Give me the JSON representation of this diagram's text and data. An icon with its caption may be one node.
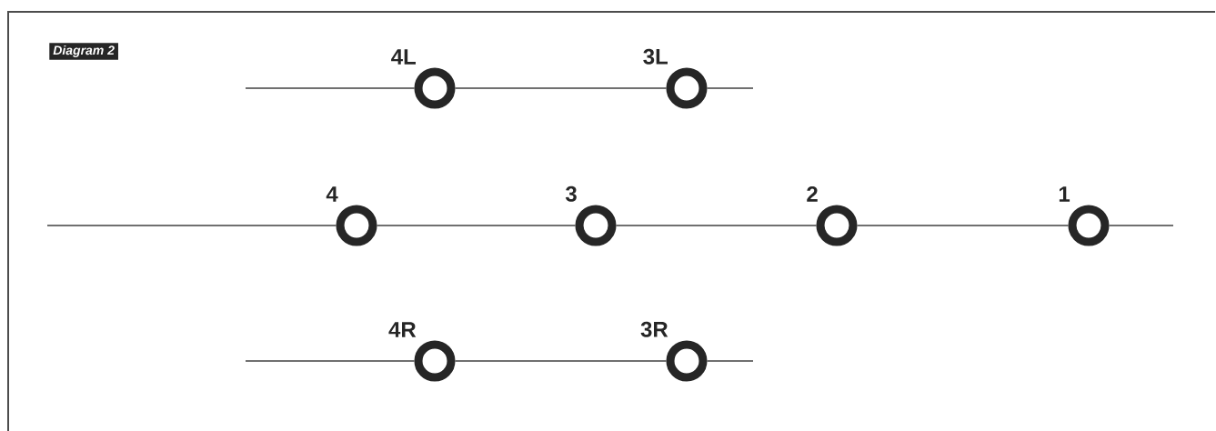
{
  "diagram": {
    "title": "Diagram 2",
    "nodes": [
      {
        "text": [],
        "shape": "circle",
        "beside": [
          "4L"
        ]
      },
      {
        "text": [],
        "shape": "circle",
        "beside": [
          "3L"
        ]
      },
      {
        "text": [],
        "shape": "circle",
        "beside": [
          "4"
        ]
      },
      {
        "text": [],
        "shape": "circle",
        "beside": [
          "3"
        ]
      },
      {
        "text": [],
        "shape": "circle",
        "beside": [
          "2"
        ]
      },
      {
        "text": [],
        "shape": "circle",
        "beside": [
          "1"
        ]
      },
      {
        "text": [],
        "shape": "circle",
        "beside": [
          "4R"
        ]
      },
      {
        "text": [],
        "shape": "circle",
        "beside": [
          "3R"
        ]
      }
    ],
    "edges": [
      {
        "from": null,
        "to": 0,
        "arrow": "none"
      },
      {
        "from": 0,
        "to": 1,
        "arrow": "none"
      },
      {
        "from": 1,
        "to": null,
        "arrow": "none"
      },
      {
        "from": null,
        "to": 2,
        "arrow": "none"
      },
      {
        "from": 2,
        "to": 3,
        "arrow": "none"
      },
      {
        "from": 3,
        "to": 4,
        "arrow": "none"
      },
      {
        "from": 4,
        "to": 5,
        "arrow": "none"
      },
      {
        "from": 5,
        "to": null,
        "arrow": "none"
      },
      {
        "from": null,
        "to": 6,
        "arrow": "none"
      },
      {
        "from": 6,
        "to": 7,
        "arrow": "none"
      },
      {
        "from": 7,
        "to": null,
        "arrow": "none"
      }
    ]
  }
}
